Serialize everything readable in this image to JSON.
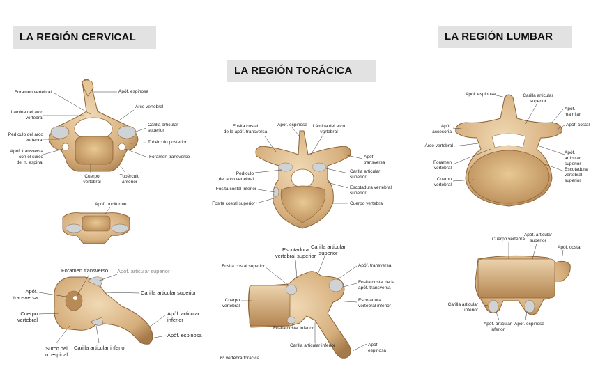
{
  "titles": {
    "cervical": "LA REGIÓN CERVICAL",
    "thoracic": "LA REGIÓN TORÁCICA",
    "lumbar": "LA REGIÓN LUMBAR"
  },
  "cervical_top": {
    "foramen_vertebral": "Foramen vertebral",
    "apof_espinosa": "Apóf. espinosa",
    "lamina": "Lámina del arco\nvertebral",
    "arco_vertebral": "Arco vertebral",
    "pediculo": "Pedículo del arco\nvertebral",
    "carilla_superior": "Carilla articular\nsuperior",
    "tuberculo_posterior": "Tubérculo posterior",
    "apof_transversa": "Apóf. transversa\ncon el surco\ndel n. espinal",
    "foramen_transverso": "Foramen transverso",
    "cuerpo_vertebral": "Cuerpo\nvertebral",
    "tuberculo_anterior": "Tubérculo\nanterior"
  },
  "cervical_mid": {
    "apof_unciforme": "Apóf. unciforme"
  },
  "cervical_side": {
    "foramen_transverso": "Foramen transverso",
    "apof_articular_superior": "Apóf. articular superior",
    "apof_transversa": "Apóf. transversa",
    "carilla_superior": "Carilla articular superior",
    "cuerpo_vertebral": "Cuerpo vertebral",
    "apof_articular_inferior": "Apóf. articular\ninferior",
    "apof_espinosa": "Apóf. espinosa",
    "surco": "Surco del\nn. espinal",
    "carilla_inferior": "Carilla articular inferior"
  },
  "thoracic_top": {
    "fosita_costal_transversa": "Fosita costal\nde la apóf. transversa",
    "apof_espinosa": "Apóf. espinosa",
    "lamina": "Lámina del arco\nvertebral",
    "apof_transversa": "Apóf.\ntransversa",
    "pediculo": "Pedículo\ndel arco vertebral",
    "carilla_superior": "Carilla articular\nsuperior",
    "fosita_costal_inferior": "Fosita costal inferior",
    "escotadura_superior": "Escotadura vertebral\nsuperior",
    "fosita_costal_superior": "Fosita costal superior",
    "cuerpo_vertebral": "Cuerpo vertebral"
  },
  "thoracic_side": {
    "escotadura_superior": "Escotadura\nvertebral superior",
    "carilla_superior": "Carilla articular\nsuperior",
    "fosita_costal_superior": "Fosita costal superior",
    "apof_transversa": "Apóf. transversa",
    "fosita_costal_apof": "Fosita costal de la\napóf. transversa",
    "cuerpo_vertebral": "Cuerpo\nvertebral",
    "escotadura_inferior": "Escotadura\nvertebral inferior",
    "fosita_costal_inferior": "Fosita costal inferior",
    "carilla_inferior": "Carilla articular inferior",
    "apof_espinosa": "Apóf.\nespinosa",
    "caption": "6ª vértebra torácica"
  },
  "lumbar_top": {
    "apof_espinosa": "Apóf. espinosa",
    "carilla_superior": "Carilla articular\nsuperior",
    "apof_mamilar": "Apóf. mamilar",
    "apof_accesoria": "Apóf.\naccesoria",
    "apof_costal": "Apóf. costal",
    "arco_vertebral": "Arco vertebral",
    "apof_articular_superior": "Apóf. articular\nsuperior",
    "foramen_vertebral": "Foramen\nvertebral",
    "escotadura_superior": "Escotadura\nvertebral\nsuperior",
    "cuerpo_vertebral": "Cuerpo\nvertebral"
  },
  "lumbar_side": {
    "cuerpo_vertebral": "Cuerpo vertebral",
    "apof_articular_superior": "Apóf. articular\nsuperior",
    "apof_costal": "Apóf. costal",
    "carilla_inferior": "Carilla articular\ninferior",
    "apof_articular_inferior": "Apóf. articular\ninferior",
    "apof_espinosa": "Apóf. espinosa"
  },
  "colors": {
    "bone": "#d9b485",
    "bone_dark": "#a57a4a",
    "bone_light": "#ecd3ad",
    "label_bg": "#e2e2e2"
  }
}
